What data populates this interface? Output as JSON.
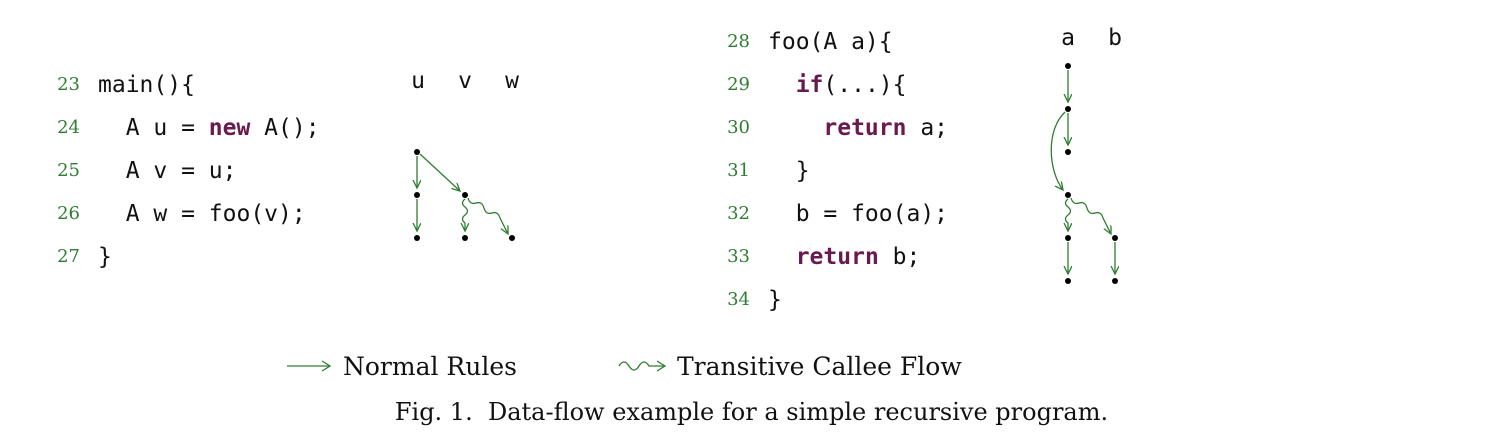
{
  "figure": {
    "left_code": [
      {
        "no": "23",
        "parts": [
          {
            "t": "main(){"
          }
        ]
      },
      {
        "no": "24",
        "parts": [
          {
            "t": "  A u = "
          },
          {
            "t": "new",
            "kw": true
          },
          {
            "t": " A();"
          }
        ]
      },
      {
        "no": "25",
        "parts": [
          {
            "t": "  A v = u;"
          }
        ]
      },
      {
        "no": "26",
        "parts": [
          {
            "t": "  A w = foo(v);"
          }
        ]
      },
      {
        "no": "27",
        "parts": [
          {
            "t": "}"
          }
        ]
      }
    ],
    "left_vars": [
      "u",
      "v",
      "w"
    ],
    "right_code": [
      {
        "no": "28",
        "parts": [
          {
            "t": "foo(A a){"
          }
        ]
      },
      {
        "no": "29",
        "parts": [
          {
            "t": "  "
          },
          {
            "t": "if",
            "kw": true
          },
          {
            "t": "(...){"
          }
        ]
      },
      {
        "no": "30",
        "parts": [
          {
            "t": "    "
          },
          {
            "t": "return",
            "kw": true
          },
          {
            "t": " a;"
          }
        ]
      },
      {
        "no": "31",
        "parts": [
          {
            "t": "  }"
          }
        ]
      },
      {
        "no": "32",
        "parts": [
          {
            "t": "  b = foo(a);"
          }
        ]
      },
      {
        "no": "33",
        "parts": [
          {
            "t": "  "
          },
          {
            "t": "return",
            "kw": true
          },
          {
            "t": " b;"
          }
        ]
      },
      {
        "no": "34",
        "parts": [
          {
            "t": "}"
          }
        ]
      }
    ],
    "right_vars": [
      "a",
      "b"
    ],
    "legend": {
      "normal_label": "Normal Rules",
      "transitive_label": "Transitive Callee Flow"
    },
    "caption": "Fig. 1.  Data-flow example for a simple recursive program.",
    "colors": {
      "edge": "#2e7d32",
      "keyword": "#6a1b4d",
      "line_number": "#2e7d32"
    }
  }
}
